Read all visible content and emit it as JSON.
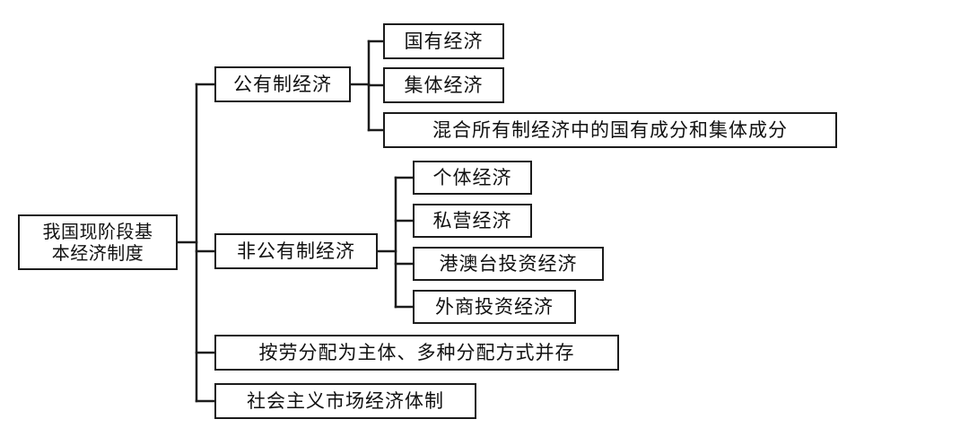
{
  "diagram": {
    "type": "tree",
    "orientation": "left-to-right",
    "title": "我国现阶段基本经济制度",
    "style": {
      "box_border_color": "#1c1c1c",
      "box_fill_color": "#ffffff",
      "line_color": "#1c1c1c",
      "text_color": "#111111",
      "background": "#ffffff"
    },
    "root": {
      "label_line1": "我国现阶段基",
      "label_line2": "本经济制度",
      "label": "我国现阶段基本经济制度"
    },
    "branches": [
      {
        "label": "公有制经济",
        "children": [
          {
            "label": "国有经济"
          },
          {
            "label": "集体经济"
          },
          {
            "label": "混合所有制经济中的国有成分和集体成分"
          }
        ]
      },
      {
        "label": "非公有制经济",
        "children": [
          {
            "label": "个体经济"
          },
          {
            "label": "私营经济"
          },
          {
            "label": "港澳台投资经济"
          },
          {
            "label": "外商投资经济"
          }
        ]
      },
      {
        "label": "按劳分配为主体、多种分配方式并存",
        "children": []
      },
      {
        "label": "社会主义市场经济体制",
        "children": []
      }
    ]
  }
}
